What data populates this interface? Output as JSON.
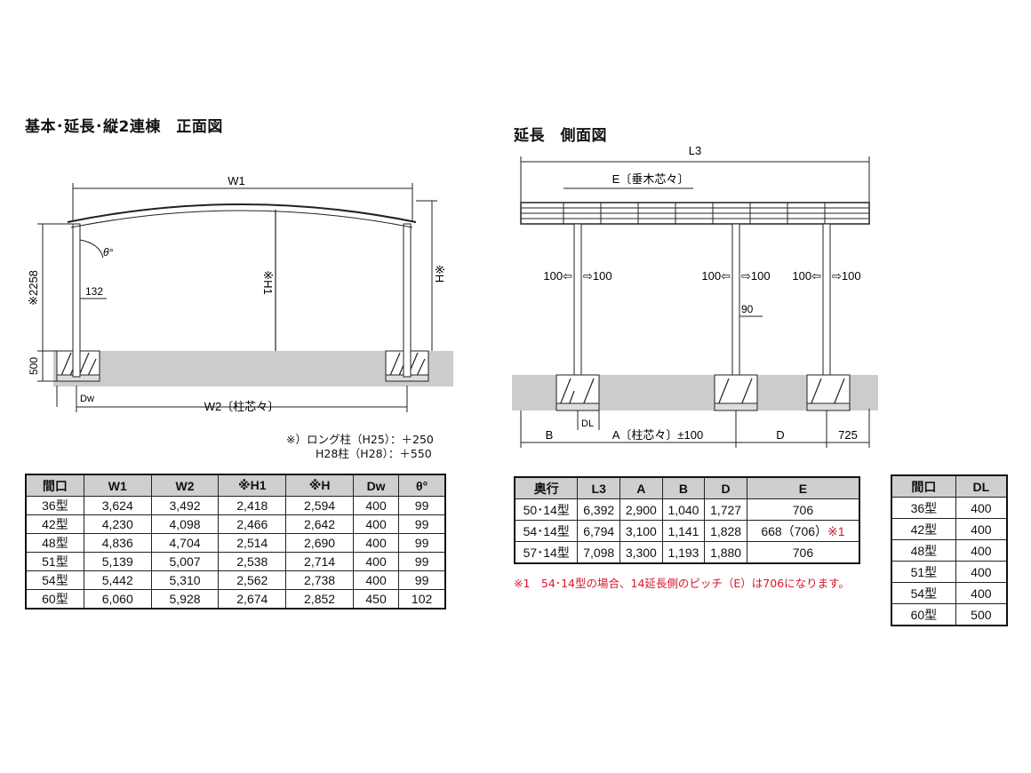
{
  "front": {
    "title": "基本･延長･縦2連棟　正面図",
    "labels": {
      "w1": "W1",
      "w2": "W2〔柱芯々〕",
      "dw": "Dw",
      "h1": "※H1",
      "h": "※H",
      "h2258": "※2258",
      "v500": "500",
      "d132": "132",
      "theta": "θ°"
    },
    "note1": "※）ロング柱（H25）：＋250",
    "note2": "H28柱（H28）：＋550"
  },
  "side": {
    "title": "延長　側面図",
    "labels": {
      "l3": "L3",
      "e": "E〔垂木芯々〕",
      "p100a": "100⇦",
      "p100b": "⇨100",
      "d90": "90",
      "b": "B",
      "a": "A〔柱芯々〕±100",
      "d": "D",
      "d725": "725",
      "dl": "DL"
    },
    "footnote": "※1　54･14型の場合、14延長側のピッチ（E）は706になります。"
  },
  "table_front": {
    "headers": [
      "間口",
      "W1",
      "W2",
      "※H1",
      "※H",
      "Dw",
      "θ°"
    ],
    "rows": [
      [
        "36型",
        "3,624",
        "3,492",
        "2,418",
        "2,594",
        "400",
        "99"
      ],
      [
        "42型",
        "4,230",
        "4,098",
        "2,466",
        "2,642",
        "400",
        "99"
      ],
      [
        "48型",
        "4,836",
        "4,704",
        "2,514",
        "2,690",
        "400",
        "99"
      ],
      [
        "51型",
        "5,139",
        "5,007",
        "2,538",
        "2,714",
        "400",
        "99"
      ],
      [
        "54型",
        "5,442",
        "5,310",
        "2,562",
        "2,738",
        "400",
        "99"
      ],
      [
        "60型",
        "6,060",
        "5,928",
        "2,674",
        "2,852",
        "450",
        "102"
      ]
    ]
  },
  "table_side": {
    "headers": [
      "奥行",
      "L3",
      "A",
      "B",
      "D",
      "E"
    ],
    "rows": [
      [
        "50･14型",
        "6,392",
        "2,900",
        "1,040",
        "1,727",
        "706",
        ""
      ],
      [
        "54･14型",
        "6,794",
        "3,100",
        "1,141",
        "1,828",
        "668（706）",
        "※1"
      ],
      [
        "57･14型",
        "7,098",
        "3,300",
        "1,193",
        "1,880",
        "706",
        ""
      ]
    ]
  },
  "table_dl": {
    "headers": [
      "間口",
      "DL"
    ],
    "rows": [
      [
        "36型",
        "400"
      ],
      [
        "42型",
        "400"
      ],
      [
        "48型",
        "400"
      ],
      [
        "51型",
        "400"
      ],
      [
        "54型",
        "400"
      ],
      [
        "60型",
        "500"
      ]
    ]
  },
  "colors": {
    "ground": "#cccccc",
    "red": "#d8172b",
    "header_bg": "#cfcfcf"
  }
}
